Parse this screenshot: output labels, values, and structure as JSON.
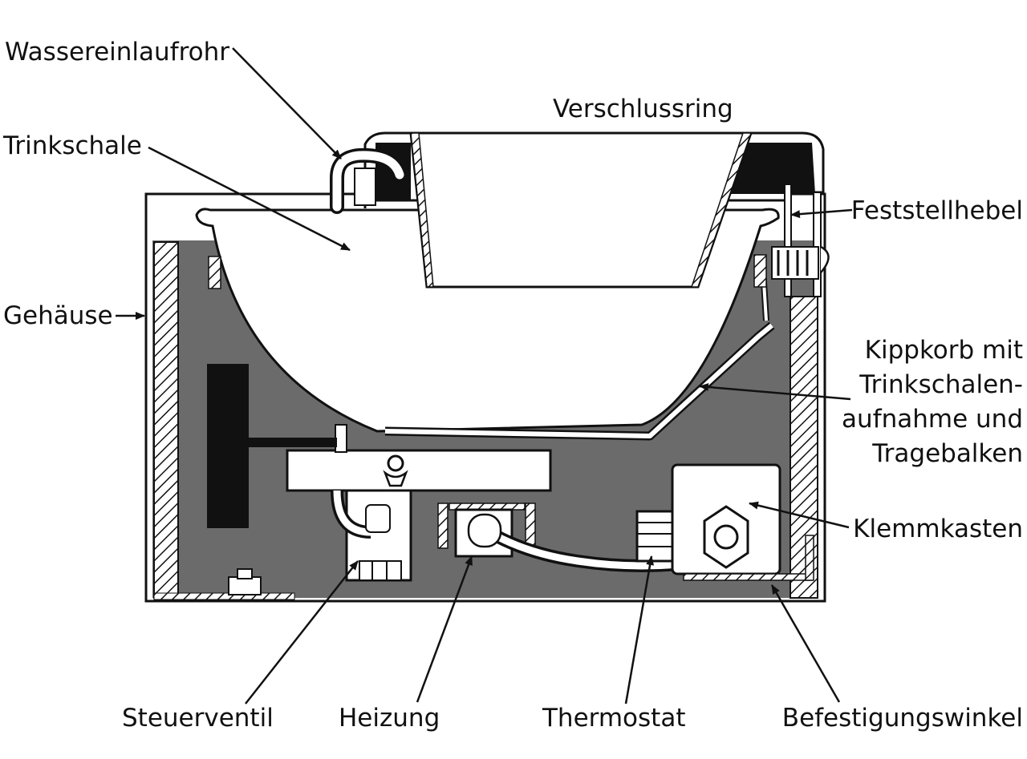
{
  "labels": {
    "wassereinlaufrohr": "Wassereinlaufrohr",
    "verschlussring": "Verschlussring",
    "trinkschale": "Trinkschale",
    "feststellhebel": "Feststellhebel",
    "gehaeuse": "Gehäuse",
    "kippkorb": [
      "Kippkorb mit",
      "Trinkschalen-",
      "aufnahme und",
      "Tragebalken"
    ],
    "klemmkasten": "Klemmkasten",
    "steuerventil": "Steuerventil",
    "heizung": "Heizung",
    "thermostat": "Thermostat",
    "befestigungswinkel": "Befestigungswinkel"
  },
  "colors": {
    "ink": "#111111",
    "interior": "#6b6b6b",
    "paper": "#ffffff"
  }
}
